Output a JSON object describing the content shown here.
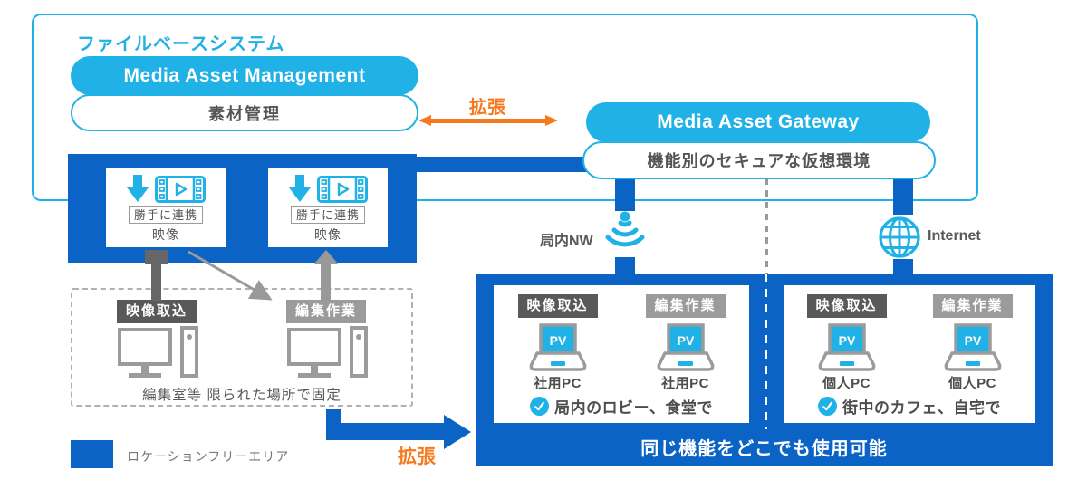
{
  "colors": {
    "cyan": "#20B1E7",
    "blue": "#0B63C6",
    "orange": "#F5791D",
    "gray_dark": "#595959",
    "gray_mid": "#9B9B9B"
  },
  "system_frame": {
    "title": "ファイルベースシステム"
  },
  "mam": {
    "title": "Media Asset Management",
    "subtitle": "素材管理"
  },
  "gateway": {
    "title": "Media Asset Gateway",
    "subtitle": "機能別のセキュアな仮想環境"
  },
  "arrows": {
    "expand_top": "拡張",
    "expand_bottom": "拡張"
  },
  "ingest": {
    "cards": [
      {
        "tag": "勝手に連携",
        "label": "映像"
      },
      {
        "tag": "勝手に連携",
        "label": "映像"
      }
    ]
  },
  "fixed_area": {
    "capture_label": "映像取込",
    "edit_label": "編集作業",
    "caption": "編集室等 限られた場所で固定"
  },
  "network": {
    "lan_label": "局内NW",
    "internet_label": "Internet"
  },
  "location_free": {
    "panels": [
      {
        "capture_label": "映像取込",
        "edit_label": "編集作業",
        "screen_label": "PV",
        "capture_pc": "社用PC",
        "edit_pc": "社用PC",
        "note": "局内のロビー、食堂で"
      },
      {
        "capture_label": "映像取込",
        "edit_label": "編集作業",
        "screen_label": "PV",
        "capture_pc": "個人PC",
        "edit_pc": "個人PC",
        "note": "街中のカフェ、自宅で"
      }
    ],
    "footer": "同じ機能をどこでも使用可能"
  },
  "legend": {
    "label": "ロケーションフリーエリア"
  }
}
